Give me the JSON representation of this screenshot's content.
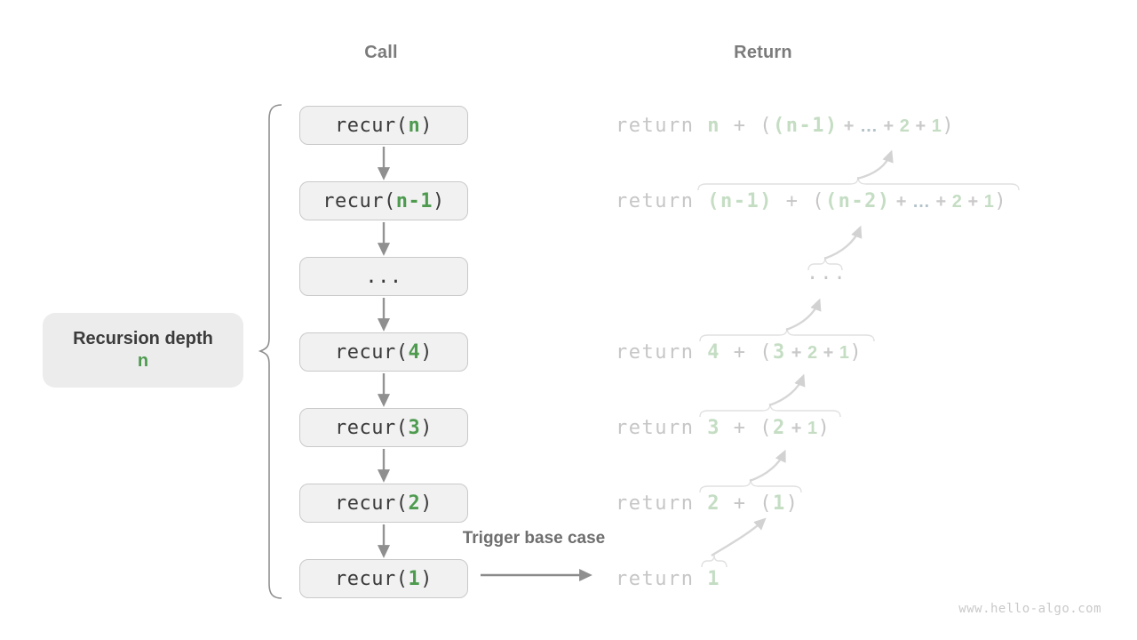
{
  "titles": {
    "call": "Call",
    "return": "Return"
  },
  "labels": {
    "recursion_depth": "Recursion depth",
    "recursion_depth_value": "n",
    "trigger": "Trigger base case"
  },
  "watermark": "www.hello-algo.com",
  "colors": {
    "accent_green": "#4e9b50",
    "pale_green": "#c4ddc3",
    "code_dark": "#3a3a3a",
    "faded_gray": "#c6c6c6",
    "ellipsis_blue": "#b4c3c9",
    "box_fill": "#f1f1f1",
    "box_border": "#c9c9c9",
    "arrow_gray": "#8f8f8f",
    "arrow_light": "#d6d6d6"
  },
  "call_boxes": [
    {
      "name": "recur-n",
      "segments": [
        {
          "t": "recur(",
          "s": "dark"
        },
        {
          "t": "n",
          "s": "green"
        },
        {
          "t": ")",
          "s": "dark"
        }
      ]
    },
    {
      "name": "recur-n-1",
      "segments": [
        {
          "t": "recur(",
          "s": "dark"
        },
        {
          "t": "n-1",
          "s": "green"
        },
        {
          "t": ")",
          "s": "dark"
        }
      ]
    },
    {
      "name": "ellipsis",
      "segments": [
        {
          "t": "...",
          "s": "dark"
        }
      ]
    },
    {
      "name": "recur-4",
      "segments": [
        {
          "t": "recur(",
          "s": "dark"
        },
        {
          "t": "4",
          "s": "green"
        },
        {
          "t": ")",
          "s": "dark"
        }
      ]
    },
    {
      "name": "recur-3",
      "segments": [
        {
          "t": "recur(",
          "s": "dark"
        },
        {
          "t": "3",
          "s": "green"
        },
        {
          "t": ")",
          "s": "dark"
        }
      ]
    },
    {
      "name": "recur-2",
      "segments": [
        {
          "t": "recur(",
          "s": "dark"
        },
        {
          "t": "2",
          "s": "green"
        },
        {
          "t": ")",
          "s": "dark"
        }
      ]
    },
    {
      "name": "recur-1",
      "segments": [
        {
          "t": "recur(",
          "s": "dark"
        },
        {
          "t": "1",
          "s": "green"
        },
        {
          "t": ")",
          "s": "dark"
        }
      ]
    }
  ],
  "return_rows": [
    {
      "name": "return-n",
      "segments": [
        {
          "t": "return ",
          "s": "g"
        },
        {
          "t": "n",
          "s": "gn"
        },
        {
          "t": " + (",
          "s": "g"
        },
        {
          "t": "(n-1)",
          "s": "gn"
        },
        {
          "t": " + ",
          "s": "ge"
        },
        {
          "t": "…",
          "s": "gd"
        },
        {
          "t": " + ",
          "s": "ge"
        },
        {
          "t": "2",
          "s": "gne"
        },
        {
          "t": " + ",
          "s": "ge"
        },
        {
          "t": "1",
          "s": "gne"
        },
        {
          "t": ")",
          "s": "g"
        }
      ]
    },
    {
      "name": "return-n-1",
      "segments": [
        {
          "t": "return ",
          "s": "g"
        },
        {
          "t": "(n-1)",
          "s": "gn"
        },
        {
          "t": " + (",
          "s": "g"
        },
        {
          "t": "(n-2)",
          "s": "gn"
        },
        {
          "t": " + ",
          "s": "ge"
        },
        {
          "t": "…",
          "s": "gd"
        },
        {
          "t": " + ",
          "s": "ge"
        },
        {
          "t": "2",
          "s": "gne"
        },
        {
          "t": " + ",
          "s": "ge"
        },
        {
          "t": "1",
          "s": "gne"
        },
        {
          "t": ")",
          "s": "g"
        }
      ]
    },
    {
      "name": "ellipsis",
      "variant": "dots",
      "segments": [
        {
          "t": "...",
          "s": "g"
        }
      ]
    },
    {
      "name": "return-4",
      "segments": [
        {
          "t": "return ",
          "s": "g"
        },
        {
          "t": "4",
          "s": "gn"
        },
        {
          "t": " + (",
          "s": "g"
        },
        {
          "t": "3",
          "s": "gn"
        },
        {
          "t": " + ",
          "s": "ge"
        },
        {
          "t": "2",
          "s": "gne"
        },
        {
          "t": " + ",
          "s": "ge"
        },
        {
          "t": "1",
          "s": "gne"
        },
        {
          "t": ")",
          "s": "g"
        }
      ]
    },
    {
      "name": "return-3",
      "segments": [
        {
          "t": "return ",
          "s": "g"
        },
        {
          "t": "3",
          "s": "gn"
        },
        {
          "t": " + (",
          "s": "g"
        },
        {
          "t": "2",
          "s": "gn"
        },
        {
          "t": " + ",
          "s": "ge"
        },
        {
          "t": "1",
          "s": "gne"
        },
        {
          "t": ")",
          "s": "g"
        }
      ]
    },
    {
      "name": "return-2",
      "segments": [
        {
          "t": "return ",
          "s": "g"
        },
        {
          "t": "2",
          "s": "gn"
        },
        {
          "t": " + (",
          "s": "g"
        },
        {
          "t": "1",
          "s": "gn"
        },
        {
          "t": ")",
          "s": "g"
        }
      ]
    },
    {
      "name": "return-1",
      "segments": [
        {
          "t": "return ",
          "s": "g"
        },
        {
          "t": "1",
          "s": "gn"
        }
      ]
    }
  ]
}
